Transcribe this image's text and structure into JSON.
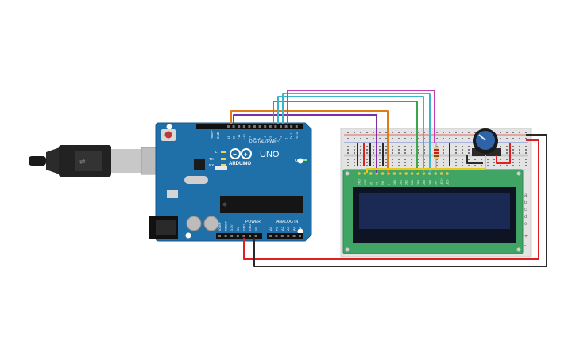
{
  "arduino": {
    "brand": "ARDUINO",
    "model": "UNO",
    "digital_label": "DIGITAL (PWM~)",
    "power_label": "POWER",
    "analog_label": "ANALOG IN",
    "on_label": "ON",
    "tx_label": "TX",
    "rx_label": "RX",
    "l_label": "L",
    "aref_label": "AREF",
    "gnd_label": "GND",
    "power_pins": [
      "IOREF",
      "RESET",
      "3.3V",
      "5V",
      "GND",
      "GND",
      "Vin"
    ],
    "analog_pins": [
      "A0",
      "A1",
      "A2",
      "A3",
      "A4",
      "A5"
    ],
    "digital_pins": [
      "13",
      "12",
      "~11",
      "~10",
      "~9",
      "8",
      "7",
      "~6",
      "~5",
      "4",
      "~3",
      "2",
      "TX 1",
      "RX 0"
    ]
  },
  "lcd": {
    "pin_labels": [
      "GND",
      "VCC",
      "V0",
      "RS",
      "RW",
      "E",
      "DB0",
      "DB1",
      "DB2",
      "DB3",
      "DB4",
      "DB5",
      "DB6",
      "DB7",
      "LED+",
      "LED-"
    ]
  },
  "breadboard": {
    "rail_letters": [
      "a",
      "b",
      "c",
      "d",
      "e"
    ],
    "plus_sign": "+",
    "minus_sign": "-"
  },
  "colors": {
    "board": "#1f6fa8",
    "breadboard": "#e3e3e3",
    "lcd_pcb": "#3fa464",
    "lcd_screen": "#1b2a55",
    "wire_red": "#e02020",
    "wire_black": "#2a2a2a",
    "wire_orange": "#e07b1a",
    "wire_purple": "#7a2fa8",
    "wire_green": "#3aa84a",
    "wire_cyan": "#3bb5c9",
    "wire_magenta": "#c33bb5",
    "wire_yellow": "#e8c81a"
  }
}
